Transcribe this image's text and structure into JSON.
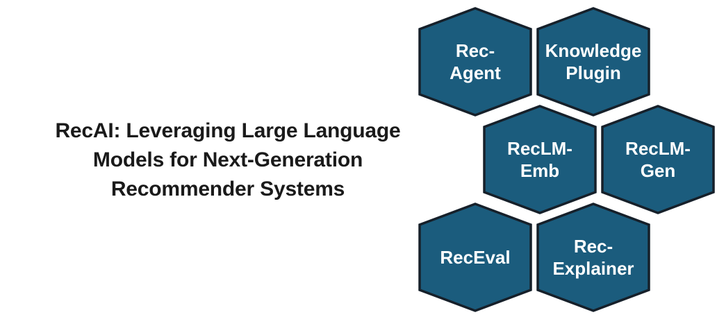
{
  "figure": {
    "background_color": "#ffffff",
    "title": {
      "lines": [
        "RecAI: Leveraging Large Language",
        "Models for Next-Generation",
        "Recommender Systems"
      ],
      "full_text": "RecAI: Leveraging Large Language Models for Next-Generation Recommender Systems",
      "color": "#1a1a1a"
    },
    "palette": {
      "hex_fill": "#1b5c7d",
      "hex_stroke": "#16202a",
      "hex_text": "#ffffff",
      "title_text": "#1a1a1a"
    },
    "hexagons": [
      {
        "id": "rec-agent",
        "lines": [
          "Rec-",
          "Agent"
        ],
        "name": "Rec-Agent",
        "row": 1,
        "column": 1
      },
      {
        "id": "knowledge-plugin",
        "lines": [
          "Knowledge",
          "Plugin"
        ],
        "name": "Knowledge Plugin",
        "row": 1,
        "column": 2
      },
      {
        "id": "reclm-emb",
        "lines": [
          "RecLM-",
          "Emb"
        ],
        "name": "RecLM-Emb",
        "row": 2,
        "column": 1
      },
      {
        "id": "reclm-gen",
        "lines": [
          "RecLM-",
          "Gen"
        ],
        "name": "RecLM-Gen",
        "row": 2,
        "column": 2
      },
      {
        "id": "receval",
        "lines": [
          "RecEval",
          ""
        ],
        "name": "RecEval",
        "row": 3,
        "column": 1
      },
      {
        "id": "rec-explainer",
        "lines": [
          "Rec-",
          "Explainer"
        ],
        "name": "Rec-Explainer",
        "row": 3,
        "column": 2
      }
    ]
  }
}
